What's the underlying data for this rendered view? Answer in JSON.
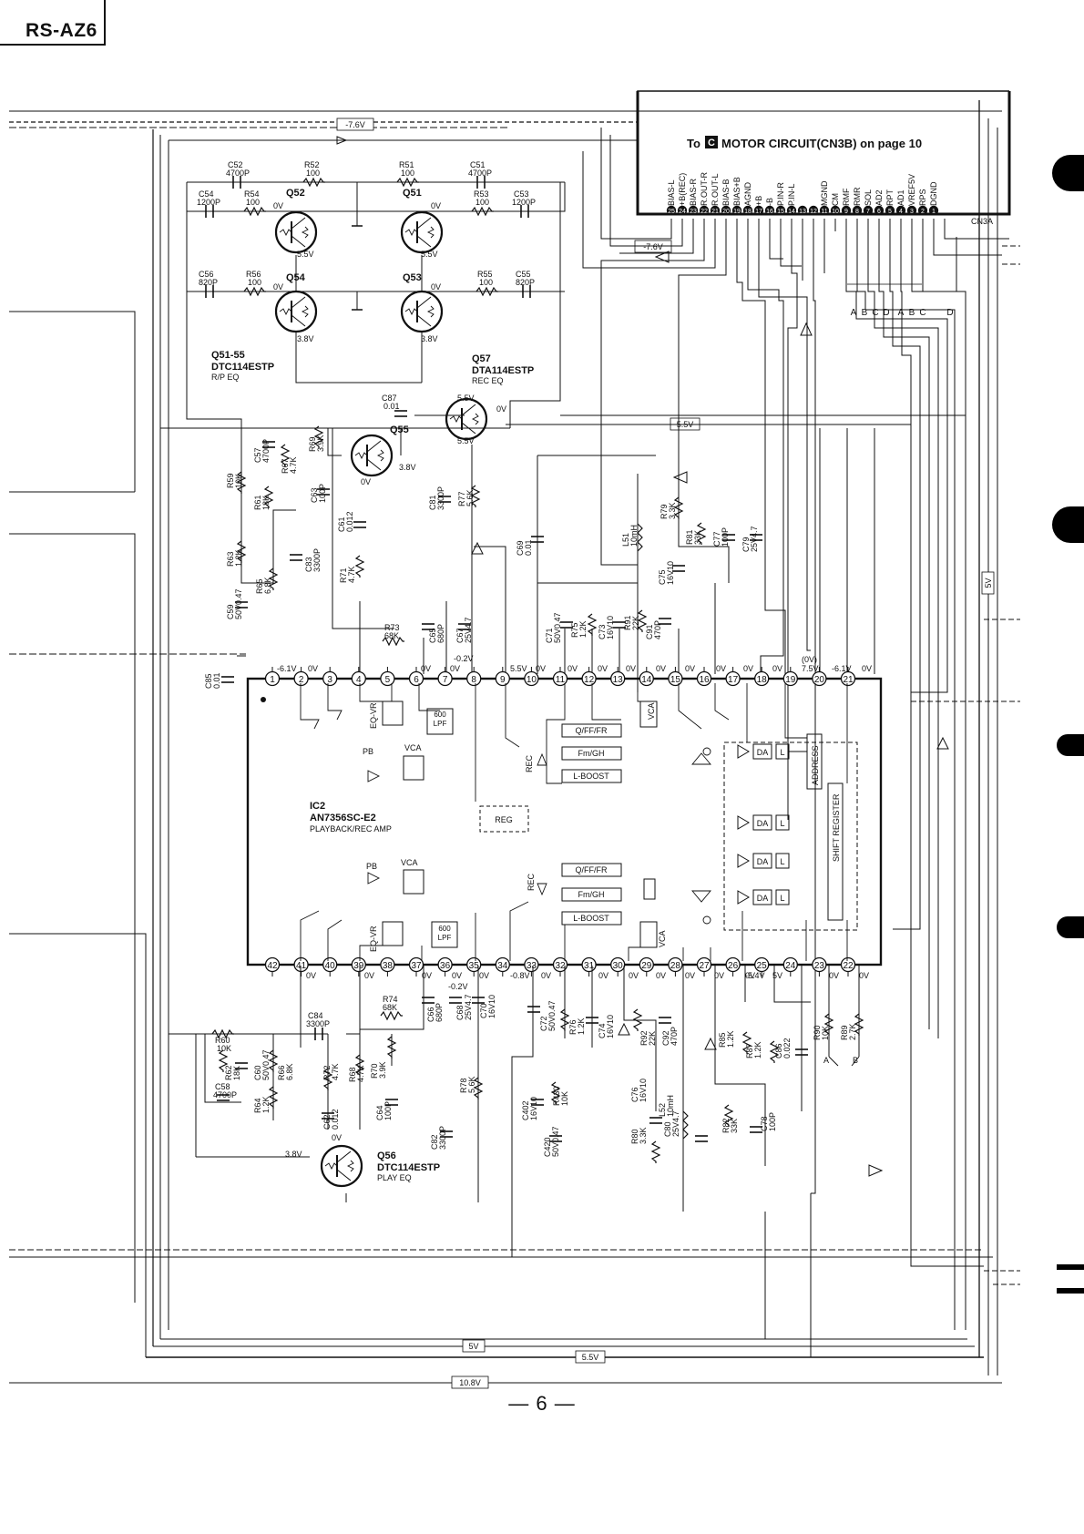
{
  "header": {
    "model": "RS-AZ6"
  },
  "footer": {
    "page": "— 6 —"
  },
  "connector": {
    "title_prefix": "To",
    "section": "C",
    "title": "MOTOR CIRCUIT(CN3B) on page 10",
    "ref": "CN3A",
    "pins": [
      {
        "n": "25",
        "label": "BIAS-L"
      },
      {
        "n": "24",
        "label": "+B(REC)"
      },
      {
        "n": "23",
        "label": "BIAS-R"
      },
      {
        "n": "22",
        "label": "R.OUT-R"
      },
      {
        "n": "21",
        "label": "R.OUT-L"
      },
      {
        "n": "20",
        "label": "BIAS-B"
      },
      {
        "n": "19",
        "label": "BIAS+B"
      },
      {
        "n": "18",
        "label": "AGND"
      },
      {
        "n": "17",
        "label": "+B"
      },
      {
        "n": "16",
        "label": "-B"
      },
      {
        "n": "15",
        "label": "P.IN-R"
      },
      {
        "n": "14",
        "label": "P.IN-L"
      },
      {
        "n": "13",
        "label": ""
      },
      {
        "n": "12",
        "label": ""
      },
      {
        "n": "11",
        "label": "MGND"
      },
      {
        "n": "10",
        "label": "CM"
      },
      {
        "n": "9",
        "label": "RMF"
      },
      {
        "n": "8",
        "label": "RMR"
      },
      {
        "n": "7",
        "label": "SOL"
      },
      {
        "n": "6",
        "label": "AD2"
      },
      {
        "n": "5",
        "label": "RPT"
      },
      {
        "n": "4",
        "label": "AD1"
      },
      {
        "n": "3",
        "label": "VREF5V"
      },
      {
        "n": "2",
        "label": "RPS"
      },
      {
        "n": "1",
        "label": "DGND"
      }
    ],
    "bus_letters": [
      "A",
      "B",
      "C",
      "D",
      "A",
      "B",
      "C",
      "D"
    ]
  },
  "rails": [
    "-7.6V",
    "-7.6V",
    "5.5V",
    "5V",
    "5V",
    "5.5V",
    "10.8V"
  ],
  "ic": {
    "ref": "IC2",
    "part": "AN7356SC-E2",
    "desc": "PLAYBACK/REC AMP",
    "top_pins": [
      "1",
      "2",
      "3",
      "4",
      "5",
      "6",
      "7",
      "8",
      "9",
      "10",
      "11",
      "12",
      "13",
      "14",
      "15",
      "16",
      "17",
      "18",
      "19",
      "20",
      "21"
    ],
    "bottom_pins": [
      "42",
      "41",
      "40",
      "39",
      "38",
      "37",
      "36",
      "35",
      "34",
      "33",
      "32",
      "31",
      "30",
      "29",
      "28",
      "27",
      "26",
      "25",
      "24",
      "23",
      "22"
    ],
    "blocks": {
      "qff": "Q/FF/FR",
      "fmgh": "Fm/GH",
      "lboost": "L-BOOST",
      "reg": "REG",
      "pb": "PB",
      "vca": "VCA",
      "eqvr": "EQ-VR",
      "lpf_a": "600",
      "lpf_b": "LPF",
      "rec": "REC",
      "da": "DA",
      "l": "L",
      "address": "ADDRESS",
      "shift": "SHIFT REGISTER"
    }
  },
  "transistors": [
    {
      "ref": "Q52"
    },
    {
      "ref": "Q51"
    },
    {
      "ref": "Q54"
    },
    {
      "ref": "Q53"
    },
    {
      "ref": "Q55"
    },
    {
      "ref": "Q57"
    },
    {
      "ref": "Q56"
    }
  ],
  "transistor_notes": {
    "q51_55": {
      "part": "Q51-55",
      "type": "DTC114ESTP",
      "desc": "R/P EQ"
    },
    "q57": {
      "part": "Q57",
      "type": "DTA114ESTP",
      "desc": "REC EQ"
    },
    "q56": {
      "part": "Q56",
      "type": "DTC114ESTP",
      "desc": "PLAY EQ"
    }
  },
  "components": {
    "c52": [
      "C52",
      "4700P"
    ],
    "r52": [
      "R52",
      "100"
    ],
    "r51": [
      "R51",
      "100"
    ],
    "c51": [
      "C51",
      "4700P"
    ],
    "c54": [
      "C54",
      "1200P"
    ],
    "r54": [
      "R54",
      "100"
    ],
    "r53": [
      "R53",
      "100"
    ],
    "c53": [
      "C53",
      "1200P"
    ],
    "c56": [
      "C56",
      "820P"
    ],
    "r56": [
      "R56",
      "100"
    ],
    "r55": [
      "R55",
      "100"
    ],
    "c55": [
      "C55",
      "820P"
    ],
    "c87": [
      "C87",
      "0.01"
    ],
    "r69": [
      "R69",
      "3.9K"
    ],
    "c57": [
      "C57",
      "4700P"
    ],
    "r67": [
      "R67",
      "4.7K"
    ],
    "r59": [
      "R59",
      "10K"
    ],
    "r61": [
      "R61",
      "18K"
    ],
    "c63": [
      "C63",
      "100P"
    ],
    "c61": [
      "C61",
      "0.012"
    ],
    "c81": [
      "C81",
      "3300P"
    ],
    "r77": [
      "R77",
      "5.6K"
    ],
    "r63": [
      "R63",
      "1.2K"
    ],
    "c83": [
      "C83",
      "3300P"
    ],
    "r65": [
      "R65",
      "6.8K"
    ],
    "c59": [
      "C59",
      "50V0.47"
    ],
    "r71": [
      "R71",
      "4.7K"
    ],
    "r73": [
      "R73",
      "68K"
    ],
    "c65": [
      "C65",
      "680P"
    ],
    "c67": [
      "C67",
      "25V4.7"
    ],
    "c69": [
      "C69",
      "0.01"
    ],
    "c85": [
      "C85",
      "0.01"
    ],
    "c71": [
      "C71",
      "50V0.47"
    ],
    "r75": [
      "R75",
      "1.2K"
    ],
    "c73": [
      "C73",
      "16V10"
    ],
    "r91": [
      "R91",
      "22K"
    ],
    "c91": [
      "C91",
      "470P"
    ],
    "l51": [
      "L51",
      "10mH"
    ],
    "r79": [
      "R79",
      "3.3K"
    ],
    "r81": [
      "R81",
      "33K"
    ],
    "c77": [
      "C77",
      "100P"
    ],
    "c79": [
      "C79",
      "25V4.7"
    ],
    "c75": [
      "C75",
      "16V10"
    ],
    "r60": [
      "R60",
      "10K"
    ],
    "c84": [
      "C84",
      "3300P"
    ],
    "r74": [
      "R74",
      "68K"
    ],
    "r62": [
      "R62",
      "18K"
    ],
    "c60": [
      "C60",
      "50V0.47"
    ],
    "r66": [
      "R66",
      "6.8K"
    ],
    "r72": [
      "R72",
      "4.7K"
    ],
    "r68": [
      "R68",
      "4.7K"
    ],
    "r70": [
      "R70",
      "3.9K"
    ],
    "c58": [
      "C58",
      "4700P"
    ],
    "r64": [
      "R64",
      "1.2K"
    ],
    "c62": [
      "C62",
      "0.012"
    ],
    "c64": [
      "C64",
      "100P"
    ],
    "c66": [
      "C66",
      "680P"
    ],
    "c68": [
      "C68",
      "25V4.7"
    ],
    "c70": [
      "C70",
      "16V10"
    ],
    "c72": [
      "C72",
      "50V0.47"
    ],
    "r76": [
      "R76",
      "1.2K"
    ],
    "c74": [
      "C74",
      "16V10"
    ],
    "r92": [
      "R92",
      "22K"
    ],
    "c92": [
      "C92",
      "470P"
    ],
    "r85": [
      "R85",
      "1.2K"
    ],
    "r87": [
      "R87",
      "1.2K"
    ],
    "c86": [
      "C86",
      "0.022"
    ],
    "r90": [
      "R90",
      "10K"
    ],
    "r89": [
      "R89",
      "2.7K"
    ],
    "r78": [
      "R78",
      "5.6K"
    ],
    "c82": [
      "C82",
      "3300P"
    ],
    "c402": [
      "C402",
      "16V10"
    ],
    "r430": [
      "R430",
      "10K"
    ],
    "c420": [
      "C420",
      "50V0.47"
    ],
    "c76": [
      "C76",
      "16V10"
    ],
    "l52": [
      "L52",
      "10mH"
    ],
    "r80": [
      "R80",
      "3.3K"
    ],
    "c80": [
      "C80",
      "25V4.7"
    ],
    "r82": [
      "R82",
      "33K"
    ],
    "c78": [
      "C78",
      "100P"
    ]
  },
  "voltages": {
    "q52_b": "0V",
    "q51_b": "0V",
    "q52_e": "5.5V",
    "q51_e": "5.5V",
    "q54_b": "0V",
    "q53_b": "0V",
    "q54_e": "3.8V",
    "q53_e": "3.8V",
    "q57_e": "5.5V",
    "q57_b": "0V",
    "q57_c": "5.5V",
    "q55_c": "0V",
    "q55_e": "3.8V",
    "p1": "-6.1V",
    "p2": "0V",
    "p6": "0V",
    "p7": "0V",
    "p8": "-0.2V",
    "p9": "5.5V",
    "p10": "0V",
    "p11": "0V",
    "p12": "0V",
    "p13": "0V",
    "p14": "0V",
    "p15": "0V",
    "p16": "0V",
    "p17": "0V",
    "p18": "0V",
    "p19a": "(0V)",
    "p19b": "7.5V",
    "p20": "-6.1V",
    "p21": "0V",
    "p41": "0V",
    "p39": "0V",
    "p37": "0V",
    "p36": "0V",
    "p35": "0V",
    "p36b": "-0.2V",
    "p34": "-0.8V",
    "p33": "0V",
    "p31": "0V",
    "p30": "0V",
    "p29": "0V",
    "p28": "0V",
    "p27": "0V",
    "p26": "0V",
    "p25": "-5.4V",
    "p24": "5V",
    "p23": "0V",
    "p22": "0V",
    "q56_b": "0V",
    "q56_e": "3.8V"
  },
  "misc": {
    "bus_ab_a": "A",
    "bus_ab_b": "B",
    "rail5v_v": "5V"
  }
}
